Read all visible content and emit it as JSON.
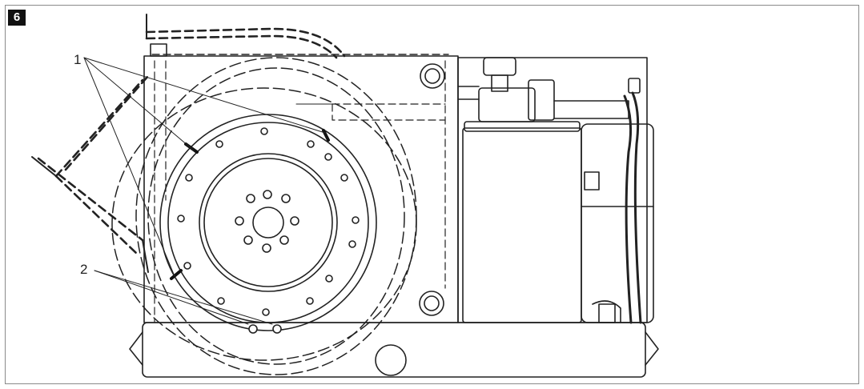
{
  "figure": {
    "number": "6"
  },
  "callouts": [
    {
      "id": "callout-1",
      "label": "1"
    },
    {
      "id": "callout-2",
      "label": "2"
    }
  ]
}
